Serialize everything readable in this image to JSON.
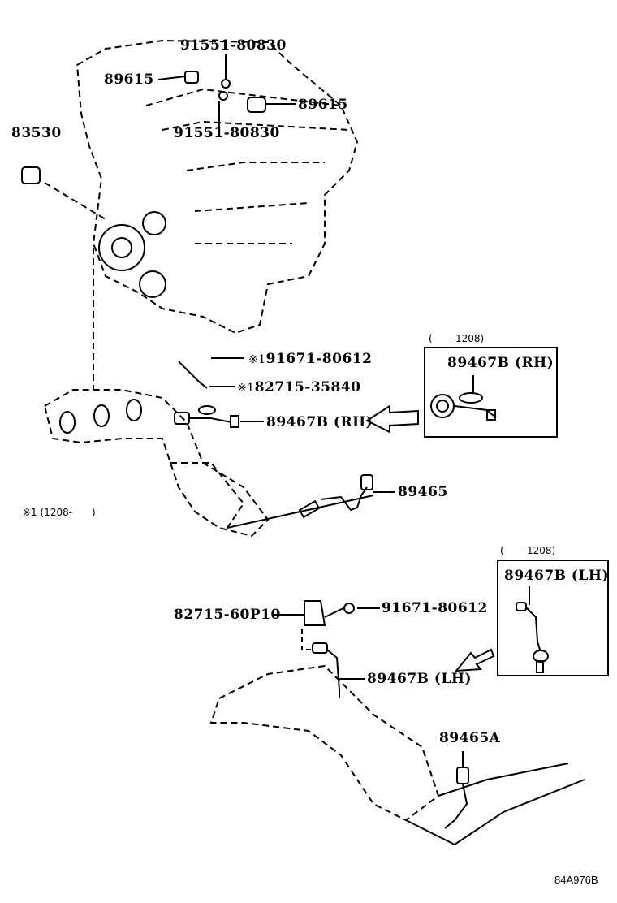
{
  "callouts": {
    "p91551_top": "91551-80830",
    "p89615_left": "89615",
    "p89615_right": "89615",
    "p91551_bottom": "91551-80830",
    "p83530": "83530",
    "p91671_rh": "91671-80612",
    "p82715_rh": "82715-35840",
    "p89467b_rh": "89467B (RH)",
    "p89465": "89465",
    "p82715_lh": "82715-60P10",
    "p91671_lh": "91671-80612",
    "p89467b_lh": "89467B (LH)",
    "p89465a": "89465A"
  },
  "note_mark": "※1",
  "footnote": "※1 (1208-　　)",
  "inset_rh": {
    "range": "(　　-1208)",
    "label": "89467B (RH)"
  },
  "inset_lh": {
    "range": "(　　-1208)",
    "label": "89467B (LH)"
  },
  "diagram_code": "84A976B"
}
